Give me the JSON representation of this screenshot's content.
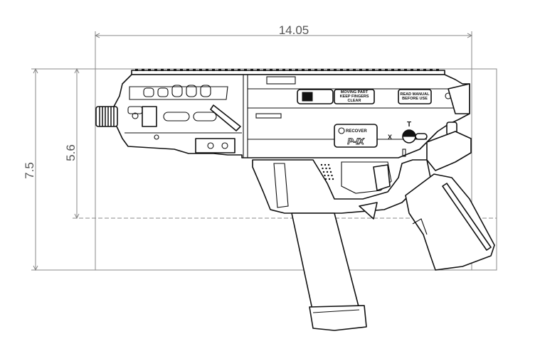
{
  "dimensions": {
    "overall_length": "14.05",
    "overall_height": "7.5",
    "receiver_height": "5.6"
  },
  "markings": {
    "brand_logo": "RECOVER",
    "model_logo": "P-IX",
    "warning_1": "MOVING PART KEEP FINGERS CLEAR",
    "warning_2": "READ MANUAL BEFORE USE",
    "selector_safe": "X",
    "selector_fire": "T"
  }
}
